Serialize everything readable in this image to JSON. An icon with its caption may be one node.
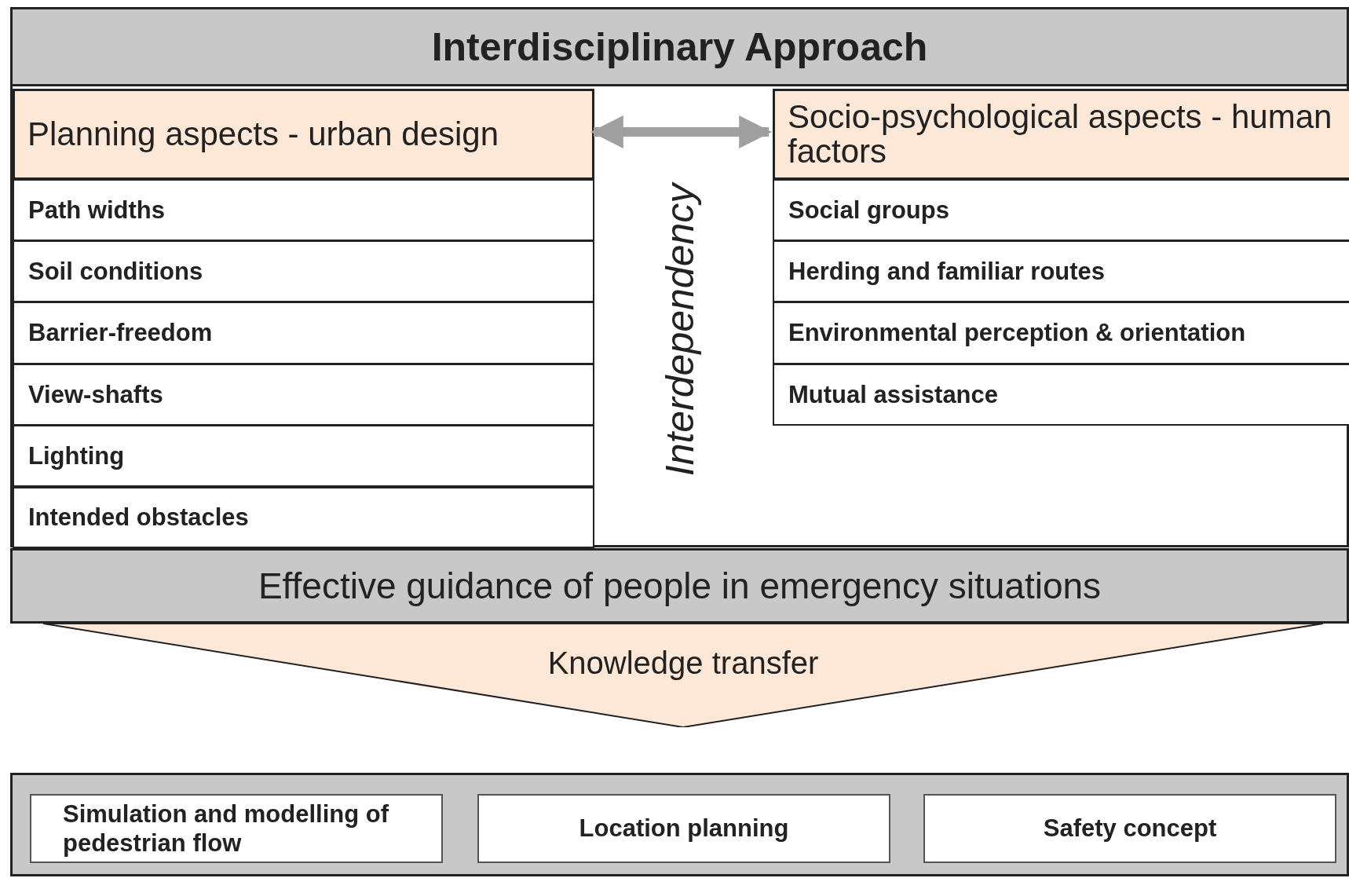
{
  "diagram": {
    "nodes": [
      {
        "text": [
          "Interdisciplinary Approach"
        ]
      },
      {
        "text": [
          "Planning aspects - urban design"
        ],
        "in": 0
      },
      {
        "text": [
          "Path widths"
        ],
        "in": 0
      },
      {
        "text": [
          "Soil conditions"
        ],
        "in": 0
      },
      {
        "text": [
          "Barrier-freedom"
        ],
        "in": 0
      },
      {
        "text": [
          "View-shafts"
        ],
        "in": 0
      },
      {
        "text": [
          "Lighting"
        ],
        "in": 0
      },
      {
        "text": [
          "Intended obstacles"
        ],
        "in": 0
      },
      {
        "text": [
          "Socio-psychological aspects - human factors"
        ],
        "in": 0
      },
      {
        "text": [
          "Social groups"
        ],
        "in": 0
      },
      {
        "text": [
          "Herding and familiar routes"
        ],
        "in": 0
      },
      {
        "text": [
          "Environmental perception & orientation"
        ],
        "in": 0
      },
      {
        "text": [
          "Mutual assistance"
        ],
        "in": 0
      },
      {
        "text": [
          "Effective guidance of people in emergency situations"
        ]
      },
      {
        "text": [
          "Knowledge transfer"
        ]
      },
      {
        "text": [],
        "shape": "box"
      },
      {
        "text": [
          "Simulation and modelling of pedestrian flow"
        ],
        "in": 15
      },
      {
        "text": [
          "Location planning"
        ],
        "in": 15
      },
      {
        "text": [
          "Safety concept"
        ],
        "in": 15
      }
    ],
    "edges": [
      {
        "from": 1,
        "to": 8,
        "arrow": "both"
      }
    ],
    "labels": [
      "Interdependency"
    ]
  }
}
